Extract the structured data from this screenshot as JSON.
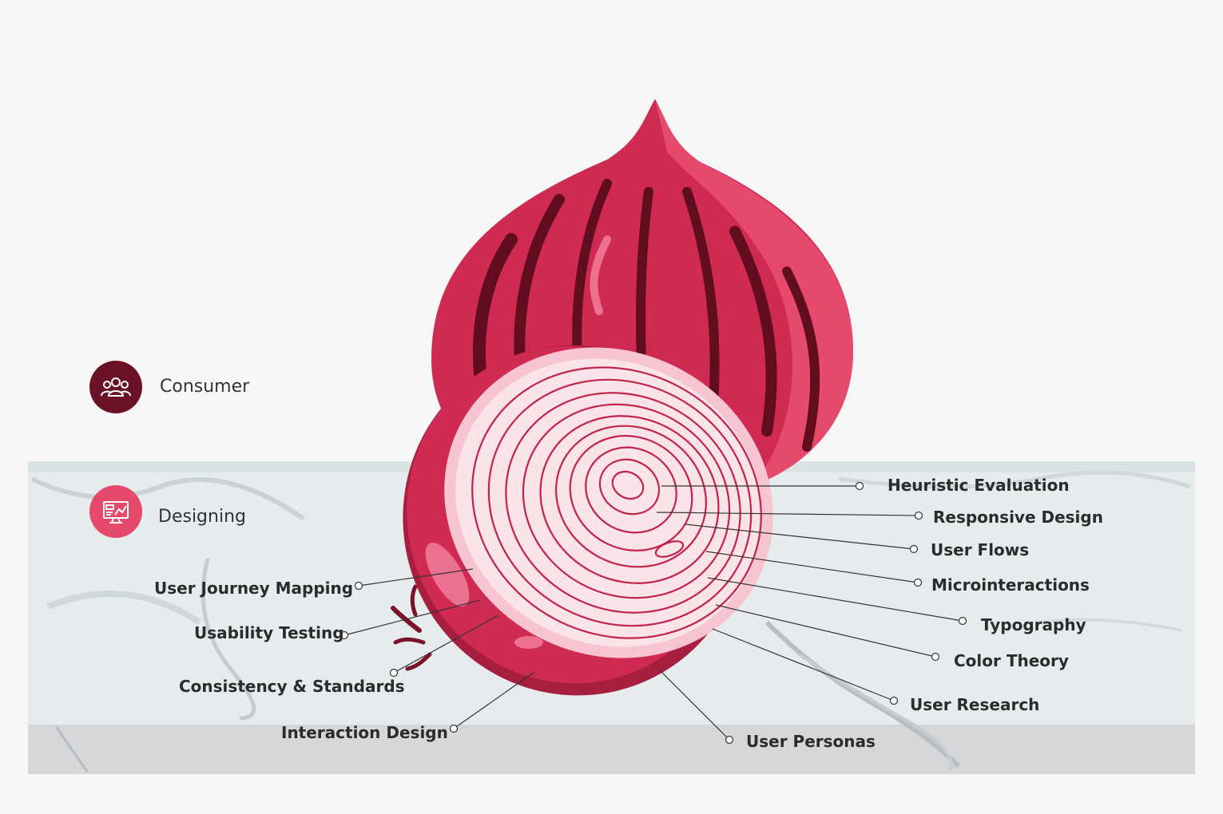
{
  "colors": {
    "background": "#f7f7f7",
    "consumer": "#6b1227",
    "designing": "#e5496c",
    "onion_skin": "#cf2a52",
    "onion_dark": "#620c20",
    "onion_flesh": "#f9dbe3",
    "ring_line": "#c2214a",
    "leader_line": "#333333"
  },
  "legend": [
    {
      "label": "Consumer",
      "icon": "people-group-icon"
    },
    {
      "label": "Designing",
      "icon": "design-monitor-icon"
    }
  ],
  "layers": [
    {
      "label": "Heuristic Evaluation"
    },
    {
      "label": "Responsive Design"
    },
    {
      "label": "User Flows"
    },
    {
      "label": "Microinteractions"
    },
    {
      "label": "Typography"
    },
    {
      "label": "Color Theory"
    },
    {
      "label": "User Research"
    },
    {
      "label": "User Personas"
    },
    {
      "label": "Interaction Design"
    },
    {
      "label": "Consistency & Standards"
    },
    {
      "label": "Usability Testing"
    },
    {
      "label": "User Journey Mapping"
    }
  ]
}
